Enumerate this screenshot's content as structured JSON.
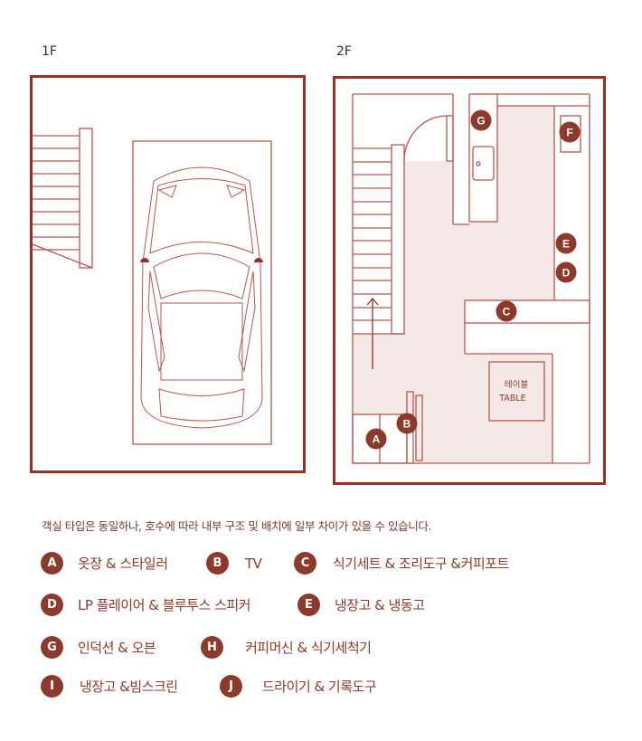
{
  "floors": {
    "first": "1F",
    "second": "2F"
  },
  "table_label": {
    "ko": "테이블",
    "en": "TABLE"
  },
  "note": "객실 타입은 동일하나, 호수에 따라 내부 구조 및 배치에 일부 차이가 있을 수 있습니다.",
  "legend": [
    {
      "key": "A",
      "label": "옷장 & 스타일러"
    },
    {
      "key": "B",
      "label": "TV"
    },
    {
      "key": "C",
      "label": "식기세트 & 조리도구 &커피포트"
    },
    {
      "key": "D",
      "label": "LP 플레이어 & 블루투스 스피커"
    },
    {
      "key": "E",
      "label": "냉장고 & 냉동고"
    },
    {
      "key": "G",
      "label": "인덕션 & 오븐"
    },
    {
      "key": "H",
      "label": "커피머신 & 식기세척기"
    },
    {
      "key": "I",
      "label": "냉장고 &빔스크린"
    },
    {
      "key": "J",
      "label": "드라이기 & 기록도구"
    }
  ],
  "plan_markers": {
    "A": "A",
    "B": "B",
    "C": "C",
    "D": "D",
    "E": "E",
    "F": "F",
    "G": "G"
  },
  "colors": {
    "border": "#9a2f24",
    "line": "#b8564d",
    "badge": "#8b3a2b",
    "floor_fill": "#f5e9e8"
  }
}
